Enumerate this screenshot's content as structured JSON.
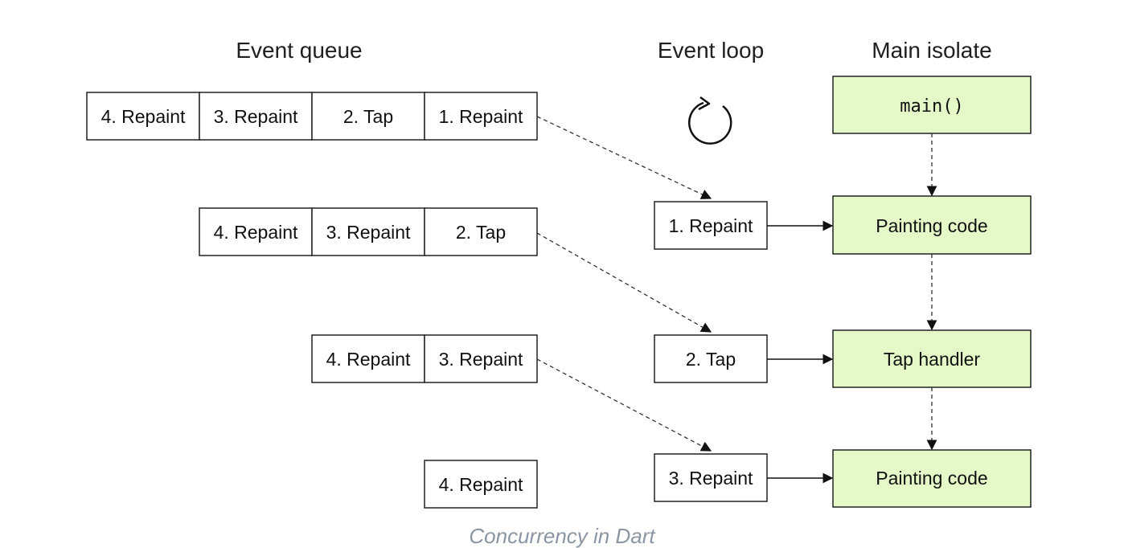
{
  "headers": {
    "event_queue": "Event queue",
    "event_loop": "Event loop",
    "main_isolate": "Main isolate"
  },
  "queues": [
    [
      "4. Repaint",
      "3. Repaint",
      "2. Tap",
      "1. Repaint"
    ],
    [
      "4. Repaint",
      "3. Repaint",
      "2. Tap"
    ],
    [
      "4. Repaint",
      "3. Repaint"
    ],
    [
      "4. Repaint"
    ]
  ],
  "loop_events": [
    "1. Repaint",
    "2. Tap",
    "3. Repaint"
  ],
  "isolate": {
    "main": "main()",
    "steps": [
      "Painting code",
      "Tap handler",
      "Painting code"
    ]
  },
  "caption": "Concurrency in Dart",
  "colors": {
    "isolate_fill": "#e4f8c8",
    "caption": "#8a96a3"
  },
  "icons": {
    "loop": "refresh-loop-icon"
  }
}
